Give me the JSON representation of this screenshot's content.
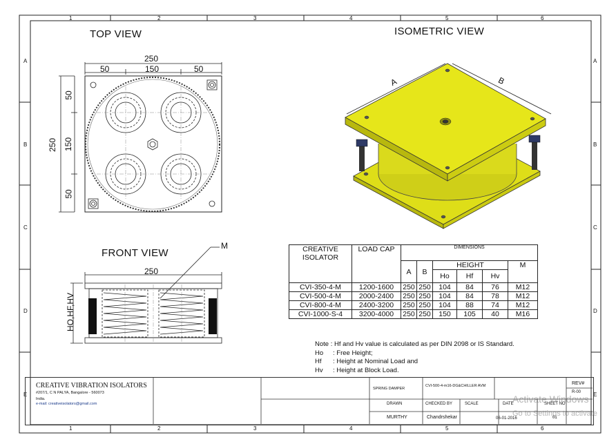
{
  "border": {
    "columns": [
      "1",
      "2",
      "3",
      "4",
      "5",
      "6"
    ],
    "rows": [
      "A",
      "B",
      "C",
      "D",
      "E"
    ]
  },
  "top_view": {
    "title": "TOP VIEW",
    "dim_total": "250",
    "dim_left": "50",
    "dim_mid": "150",
    "dim_right": "50",
    "dim_v_total": "250",
    "dim_v_top": "50",
    "dim_v_mid": "150",
    "dim_v_bottom": "50"
  },
  "isometric_view": {
    "title": "ISOMETRIC  VIEW",
    "label_a": "A",
    "label_b": "B",
    "colors": {
      "plate": "#e6e61a",
      "plate_dark": "#b8b80e",
      "body": "#d8d81c",
      "bolt": "#333333"
    }
  },
  "front_view": {
    "title": "FRONT  VIEW",
    "dim_total": "250",
    "dim_height": "HO,HF,HV",
    "callout": "M"
  },
  "dimensions_table": {
    "header_company": [
      "CREATIVE",
      "ISOLATOR"
    ],
    "header_load": "LOAD CAP",
    "header_dimensions": "DIMENSIONS",
    "header_a": "A",
    "header_b": "B",
    "header_height": "HEIGHT",
    "header_ho": "Ho",
    "header_hf": "Hf",
    "header_hv": "Hv",
    "header_m": "M",
    "rows": [
      {
        "model": "CVI-350-4-M",
        "load": "1200-1600",
        "a": "250",
        "b": "250",
        "ho": "104",
        "hf": "84",
        "hv": "76",
        "m": "M12"
      },
      {
        "model": "CVI-500-4-M",
        "load": "2000-2400",
        "a": "250",
        "b": "250",
        "ho": "104",
        "hf": "84",
        "hv": "78",
        "m": "M12"
      },
      {
        "model": "CVI-800-4-M",
        "load": "2400-3200",
        "a": "250",
        "b": "250",
        "ho": "104",
        "hf": "88",
        "hv": "74",
        "m": "M12"
      },
      {
        "model": "CVI-1000-S-4",
        "load": "3200-4000",
        "a": "250",
        "b": "250",
        "ho": "150",
        "hf": "105",
        "hv": "40",
        "m": "M16"
      }
    ]
  },
  "notes": {
    "line1": "Note :  Hf and Hv value is calculated as per DIN 2098 or IS Standard.",
    "line2_key": "Ho",
    "line2_val": ":    Free Height;",
    "line3_key": "Hf",
    "line3_val": ":    Height at Nominal Load and",
    "line4_key": "Hv",
    "line4_val": ":    Height at Block Load."
  },
  "title_block": {
    "company": "CREATIVE VIBRATION ISOLATORS",
    "address": "#207/1, C N PALYA, Bangalore - 560073",
    "country": "India.",
    "email": "e-mail: creativeisolators@gmail.com",
    "product": "SPRING DAMPER",
    "drawing_no": "CVI-500-4-m16-DG&CHILLER AVM",
    "rev_label": "REV#",
    "rev_value": "R-00",
    "sheet_label": "SHEET  NO",
    "sheet_value": "01",
    "drawn_label": "DRAWN",
    "checked_label": "CHECKED  BY",
    "scale_label": "SCALE",
    "date_label": "DATE",
    "drawn_value": "MURTHY",
    "checked_value": "Chandrshekar",
    "date_value": "06-01-2016"
  },
  "watermark": {
    "line1": "Activate Windows",
    "line2": "Go to Settings to activate"
  }
}
